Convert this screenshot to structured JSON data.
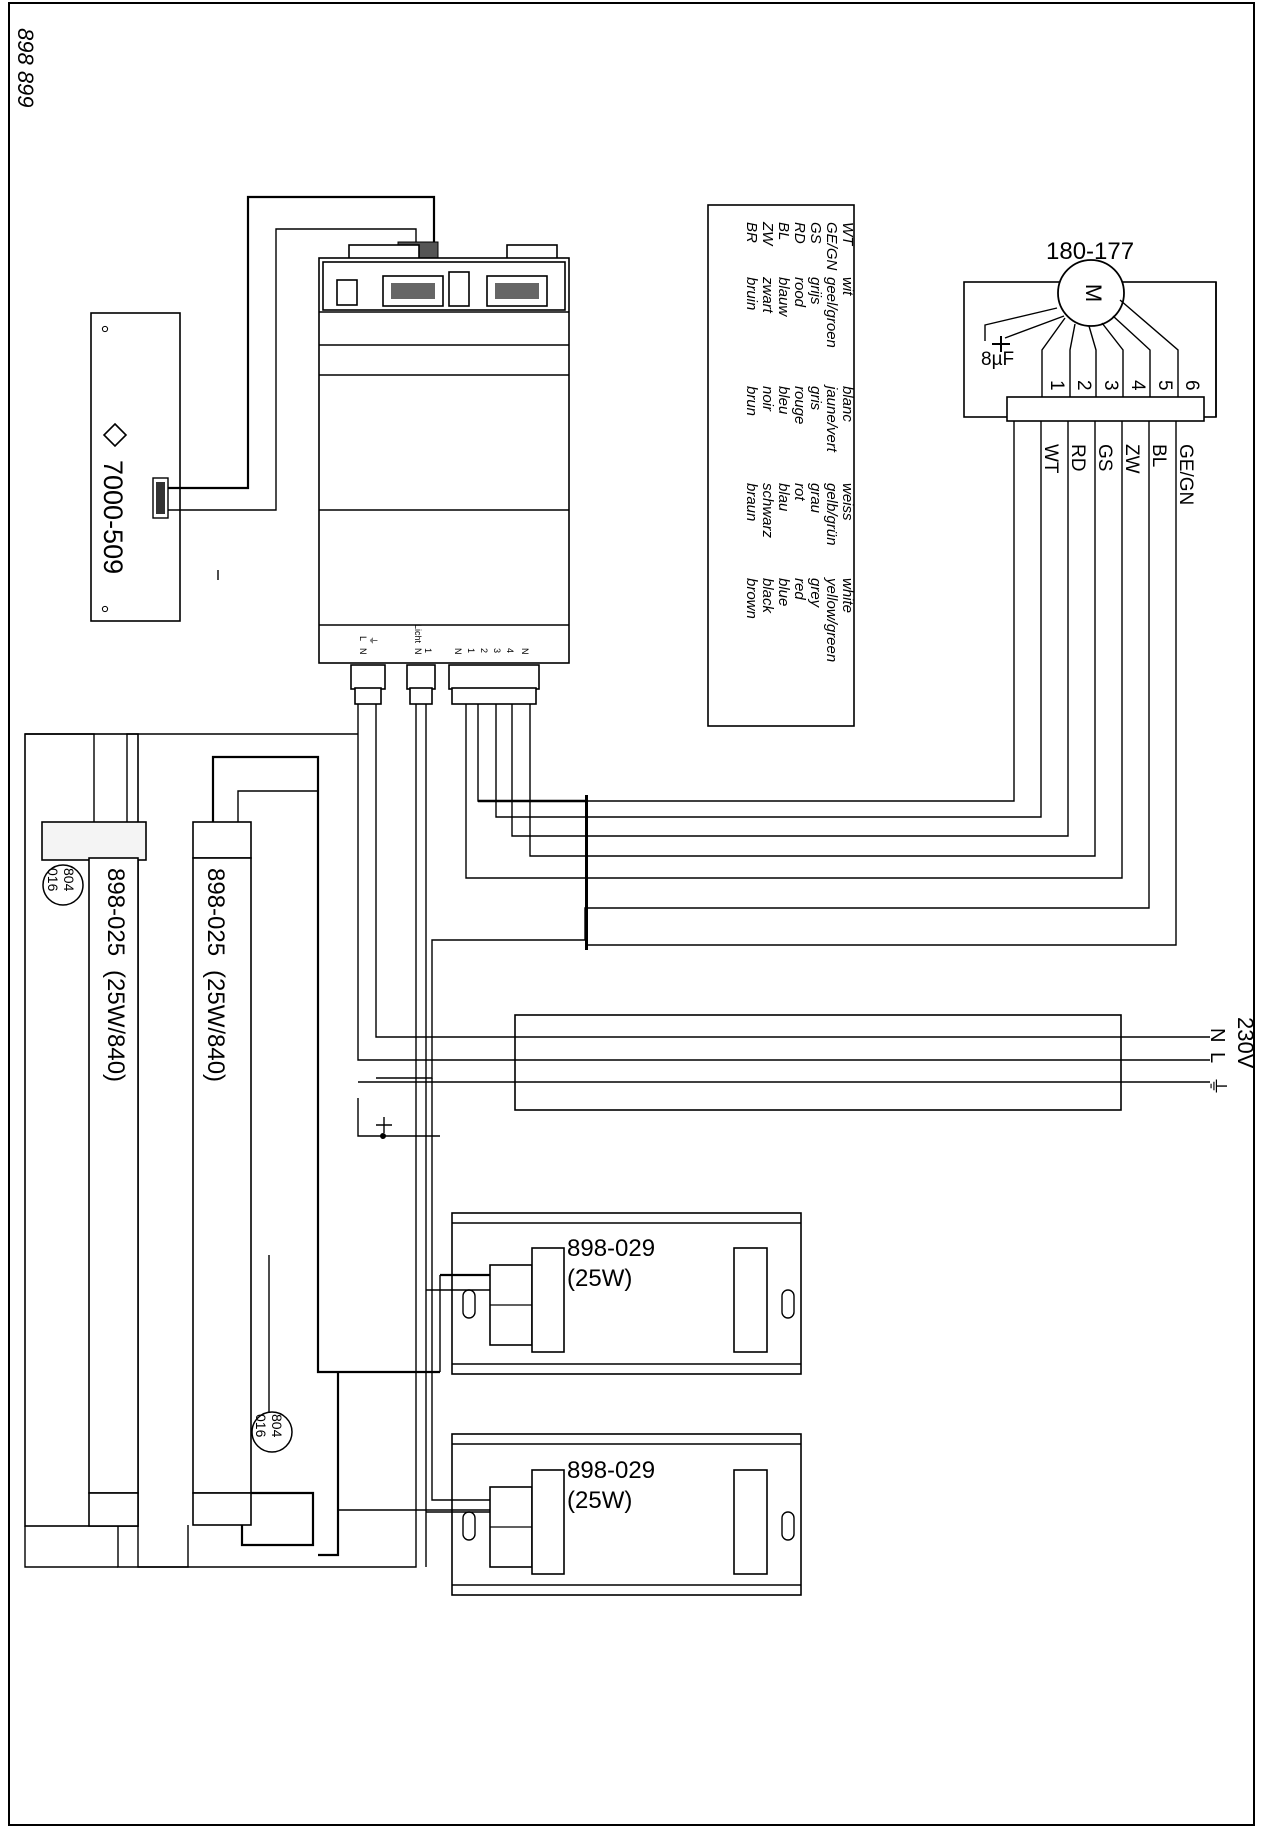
{
  "page_id": "898 899",
  "control_board": "7000-509",
  "motor": {
    "part": "180-177",
    "symbol": "M",
    "capacitor": "8µF",
    "terminals": [
      "1",
      "2",
      "3",
      "4",
      "5",
      "6"
    ],
    "wires": [
      "WT",
      "RD",
      "GS",
      "ZW",
      "BL",
      "GE/GN"
    ]
  },
  "supply": {
    "voltage": "230V",
    "lines": [
      "N",
      "L",
      "⏚"
    ]
  },
  "lamps": [
    {
      "part": "898-025",
      "rating": "(25W/840)",
      "holder": [
        "804",
        "016"
      ]
    },
    {
      "part": "898-025",
      "rating": "(25W/840)",
      "holder": [
        "804",
        "016"
      ]
    }
  ],
  "ballasts": [
    {
      "part": "898-029",
      "rating": "(25W)"
    },
    {
      "part": "898-029",
      "rating": "(25W)"
    }
  ],
  "module_terminals": {
    "group1": [
      "L",
      "N",
      "⏚"
    ],
    "group2_label": "Licht",
    "group2": [
      "N",
      "1"
    ],
    "group3": [
      "N",
      "1",
      "2",
      "3",
      "4",
      "N"
    ]
  },
  "legend": {
    "codes": [
      "WT",
      "GE/GN",
      "GS",
      "RD",
      "BL",
      "ZW",
      "BR"
    ],
    "nl": [
      "wit",
      "geel/groen",
      "grijs",
      "rood",
      "blauw",
      "zwart",
      "bruin"
    ],
    "fr": [
      "blanc",
      "jaune/vert",
      "gris",
      "rouge",
      "bleu",
      "noir",
      "brun"
    ],
    "de": [
      "weiss",
      "gelb/grün",
      "grau",
      "rot",
      "blau",
      "schwarz",
      "braun"
    ],
    "en": [
      "white",
      "yellow/green",
      "grey",
      "red",
      "blue",
      "black",
      "brown"
    ]
  }
}
